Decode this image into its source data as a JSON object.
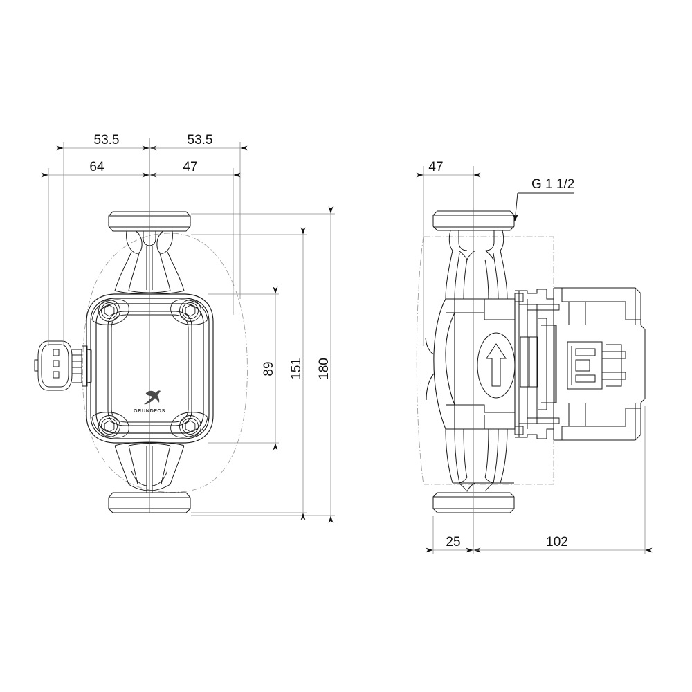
{
  "document": {
    "type": "technical-dimensional-drawing",
    "subject": "Grundfos circulator pump",
    "brand": "GRUNDFOS",
    "background_color": "#ffffff",
    "line_color": "#1a1a1a",
    "dimension_line_color": "#808080",
    "hidden_line_color": "#9a9a9a"
  },
  "views": {
    "front": {
      "name": "front-view",
      "dimensions": {
        "top_row": [
          {
            "id": "dim-53-5-left",
            "value": "53.5"
          },
          {
            "id": "dim-53-5-right",
            "value": "53.5"
          }
        ],
        "second_row": [
          {
            "id": "dim-64",
            "value": "64"
          },
          {
            "id": "dim-47",
            "value": "47"
          }
        ],
        "vertical": [
          {
            "id": "dim-89",
            "value": "89"
          },
          {
            "id": "dim-151",
            "value": "151"
          },
          {
            "id": "dim-180",
            "value": "180"
          }
        ]
      },
      "logo_text": "GRUNDFOS",
      "connector": {
        "name": "electrical-connector",
        "pins": 3
      }
    },
    "side": {
      "name": "side-view",
      "dimensions": {
        "top": [
          {
            "id": "dim-47-side",
            "value": "47"
          }
        ],
        "bottom": [
          {
            "id": "dim-25",
            "value": "25"
          },
          {
            "id": "dim-102",
            "value": "102"
          }
        ]
      },
      "callouts": [
        {
          "id": "callout-thread",
          "value": "G 1 1/2",
          "points_to": "pipe-union-flange"
        }
      ],
      "flow_arrow": {
        "name": "flow-direction-arrow",
        "direction": "up"
      }
    }
  }
}
